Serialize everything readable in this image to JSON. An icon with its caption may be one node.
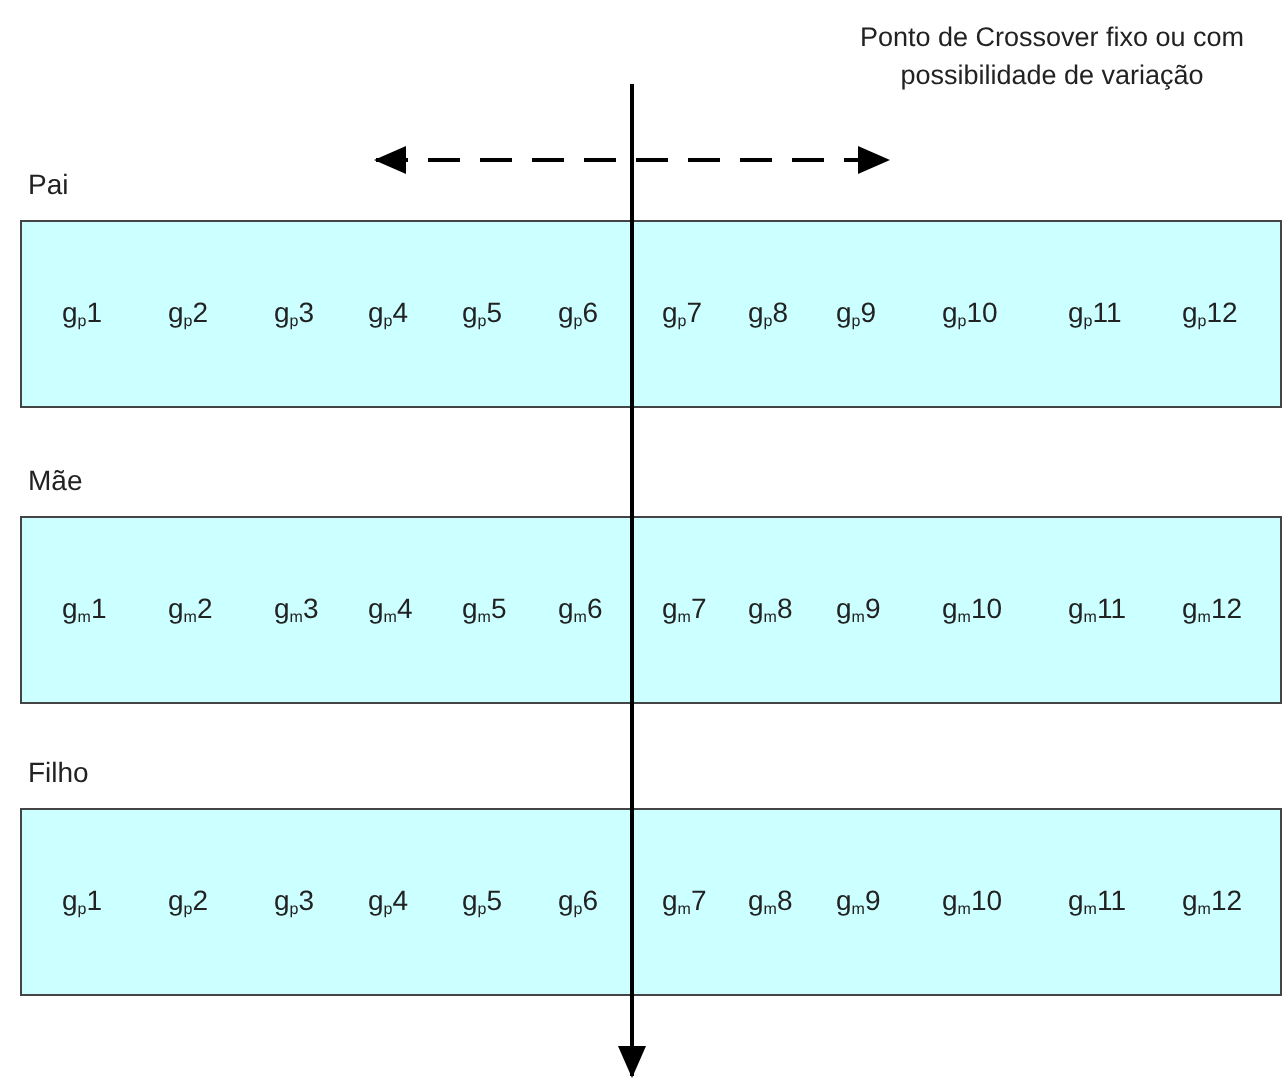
{
  "diagram": {
    "nodes": [
      {
        "text": [
          "Pai",
          "g$_{p}$1",
          "g$_{p}$2",
          "g$_{p}$3",
          "g$_{p}$4",
          "g$_{p}$5",
          "g$_{p}$6",
          "g$_{p}$7",
          "g$_{p}$8",
          "g$_{p}$9",
          "g$_{p}$10",
          "g$_{p}$11",
          "g$_{p}$12"
        ]
      },
      {
        "text": [
          "Mãe",
          "g$_{m}$1",
          "g$_{m}$2",
          "g$_{m}$3",
          "g$_{m}$4",
          "g$_{m}$5",
          "g$_{m}$6",
          "g$_{m}$7",
          "g$_{m}$8",
          "g$_{m}$9",
          "g$_{m}$10",
          "g$_{m}$11",
          "g$_{m}$12"
        ]
      },
      {
        "text": [
          "Filho",
          "g$_{p}$1",
          "g$_{p}$2",
          "g$_{p}$3",
          "g$_{p}$4",
          "g$_{p}$5",
          "g$_{p}$6",
          "g$_{m}$7",
          "g$_{m}$8",
          "g$_{m}$9",
          "g$_{m}$10",
          "g$_{m}$11",
          "g$_{m}$12"
        ]
      }
    ],
    "labels": [
      "Ponto de Crossover fixo ou com possibilidade de variação"
    ]
  }
}
